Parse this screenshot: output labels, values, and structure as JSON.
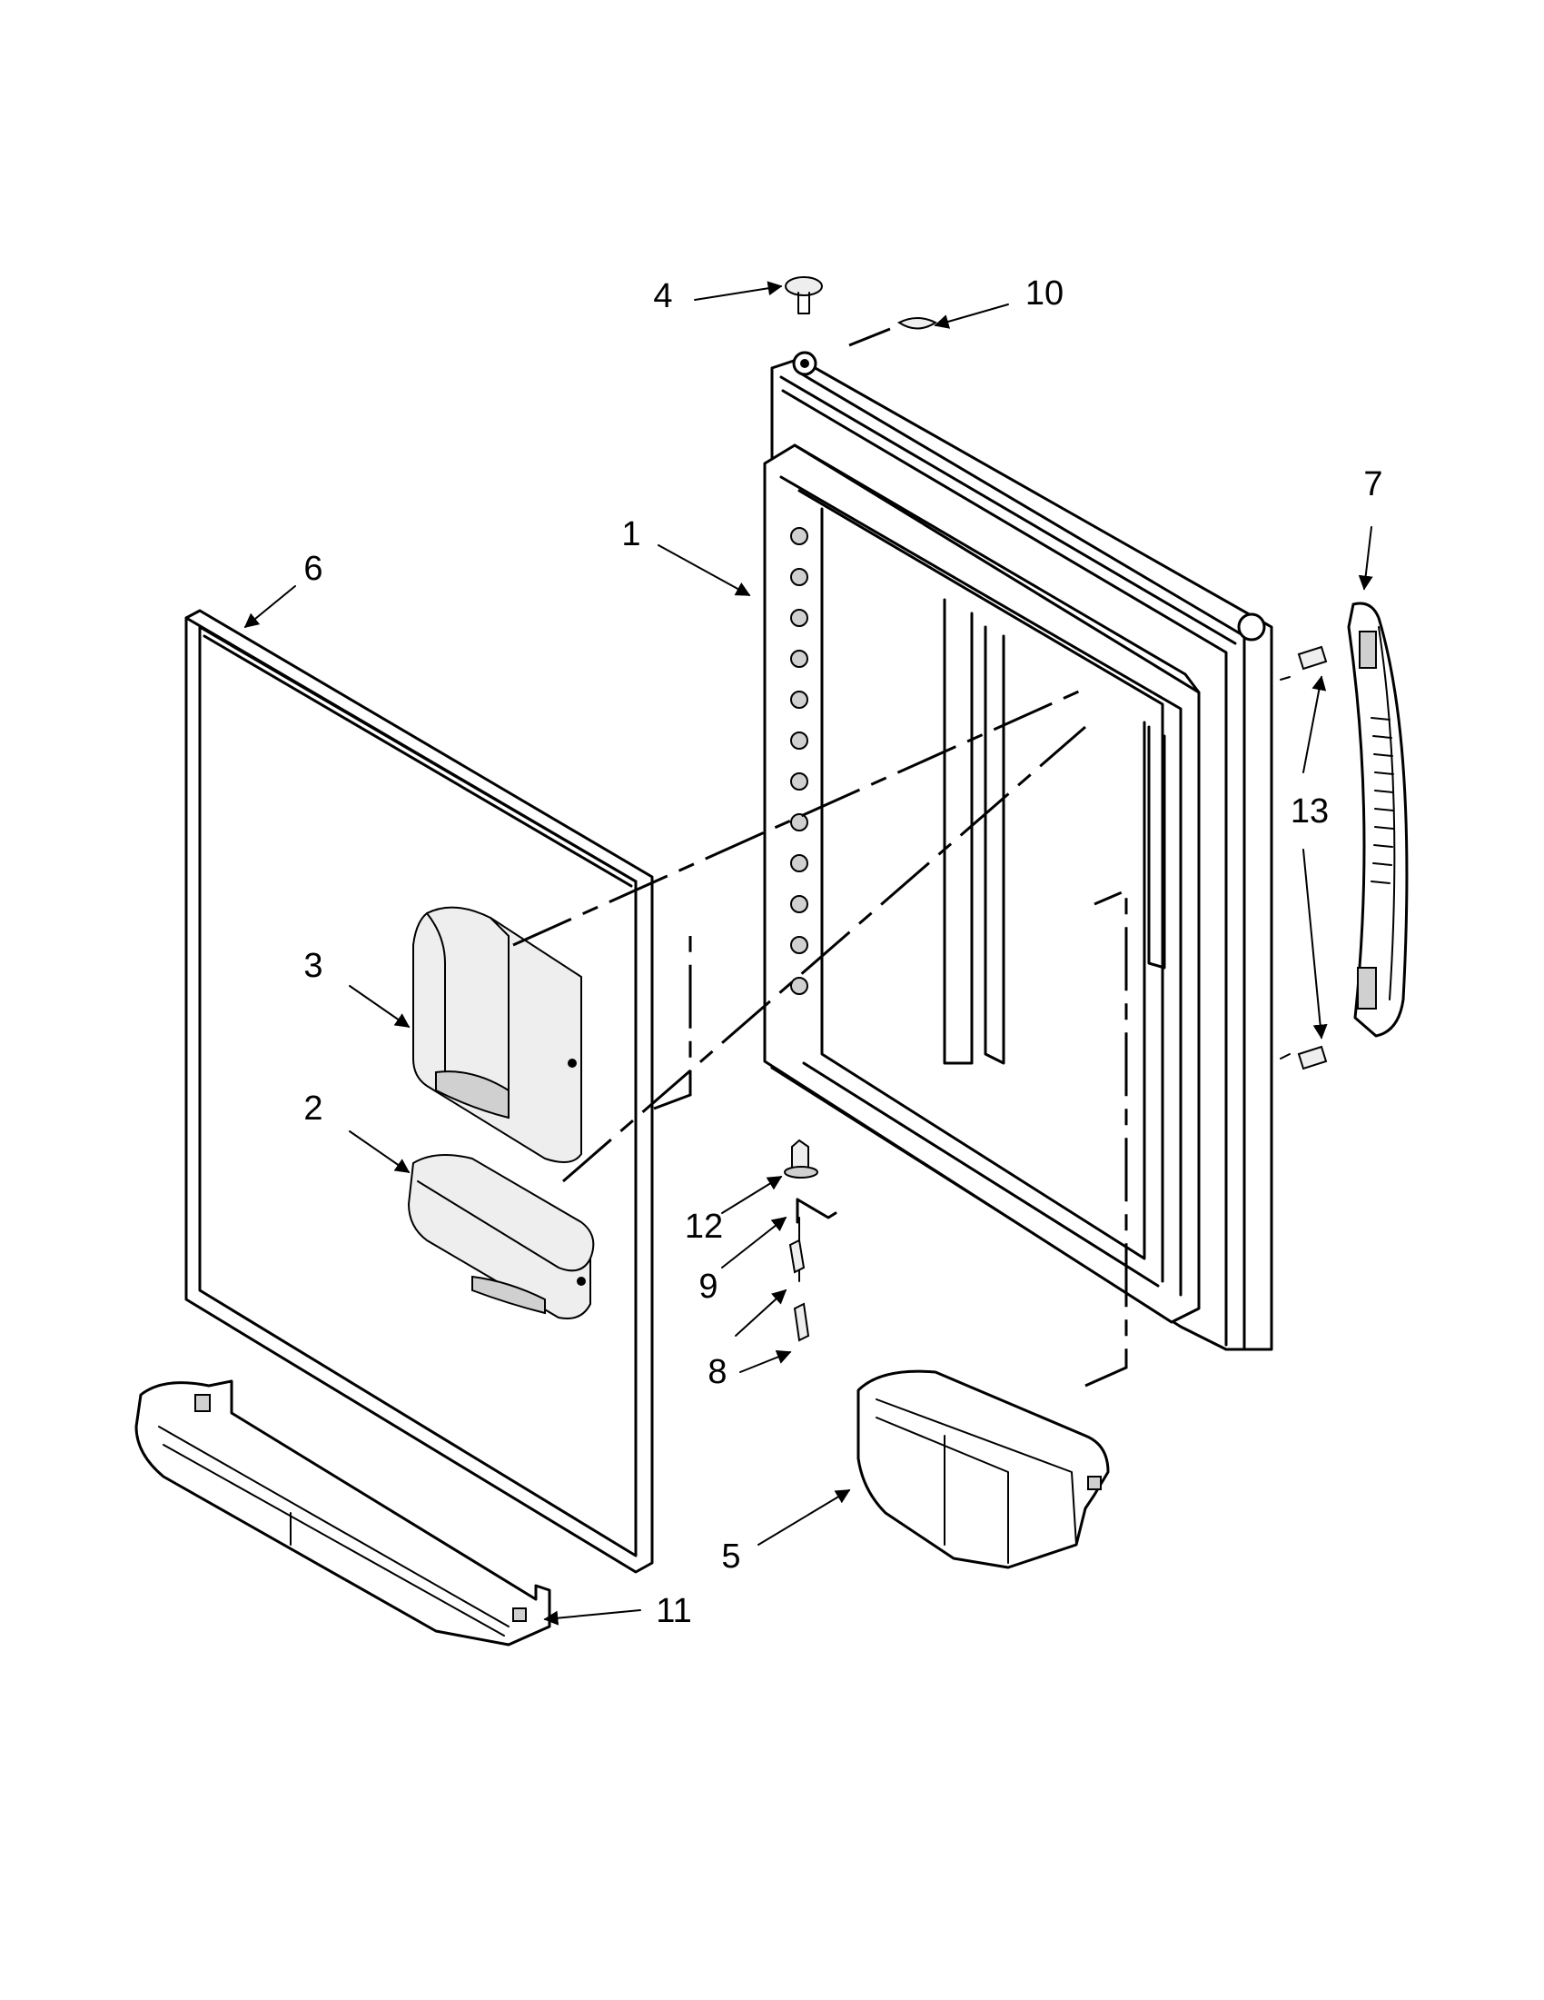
{
  "callouts": [
    {
      "id": "1",
      "label": "1"
    },
    {
      "id": "2",
      "label": "2"
    },
    {
      "id": "3",
      "label": "3"
    },
    {
      "id": "4",
      "label": "4"
    },
    {
      "id": "5",
      "label": "5"
    },
    {
      "id": "6",
      "label": "6"
    },
    {
      "id": "7",
      "label": "7"
    },
    {
      "id": "8",
      "label": "8"
    },
    {
      "id": "9",
      "label": "9"
    },
    {
      "id": "10",
      "label": "10"
    },
    {
      "id": "11",
      "label": "11"
    },
    {
      "id": "12",
      "label": "12"
    },
    {
      "id": "13",
      "label": "13"
    }
  ],
  "colors": {
    "line": "#000000",
    "background": "#ffffff",
    "shade": "#d0d0d0"
  }
}
